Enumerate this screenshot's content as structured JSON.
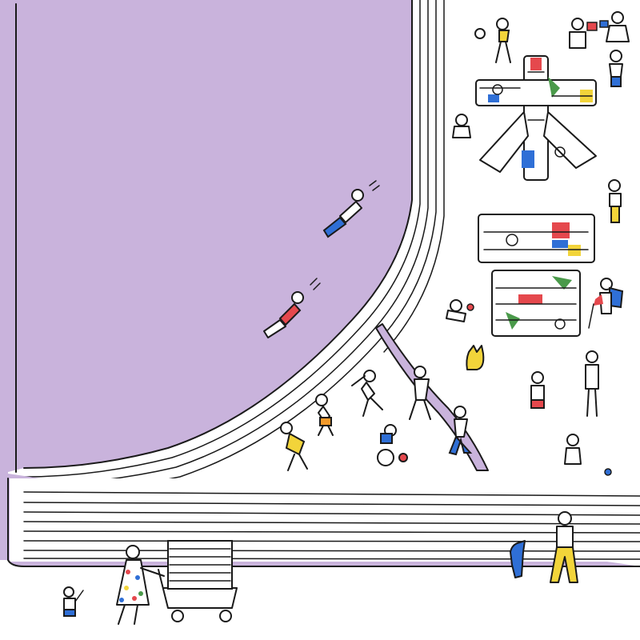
{
  "scene": {
    "colors": {
      "cover": "#c9b3dc",
      "ink": "#1a1a1a",
      "paper": "#ffffff",
      "red": "#e5484d",
      "blue": "#2f6fd6",
      "yellow": "#f2d43a",
      "green": "#4a9a4a",
      "orange": "#f39a2b"
    },
    "icons": [
      "open-book",
      "people-figures",
      "shopping-cart",
      "cat",
      "dog",
      "bookmark-ribbon"
    ]
  }
}
